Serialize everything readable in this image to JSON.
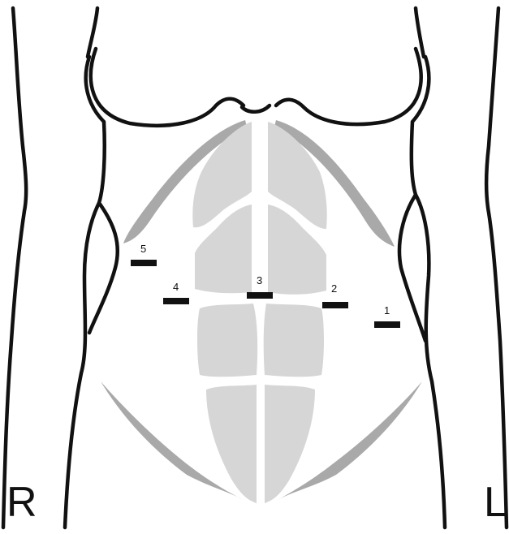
{
  "figure": {
    "side_labels": {
      "right": "R",
      "left": "L"
    },
    "markers": [
      {
        "id": "marker-1",
        "label": "1"
      },
      {
        "id": "marker-2",
        "label": "2"
      },
      {
        "id": "marker-3",
        "label": "3"
      },
      {
        "id": "marker-4",
        "label": "4"
      },
      {
        "id": "marker-5",
        "label": "5"
      }
    ],
    "colors": {
      "outline": "#111111",
      "muscle": "#d6d6d6",
      "oblique_band": "#a9a9a9",
      "marker": "#111111",
      "background": "#ffffff"
    }
  }
}
